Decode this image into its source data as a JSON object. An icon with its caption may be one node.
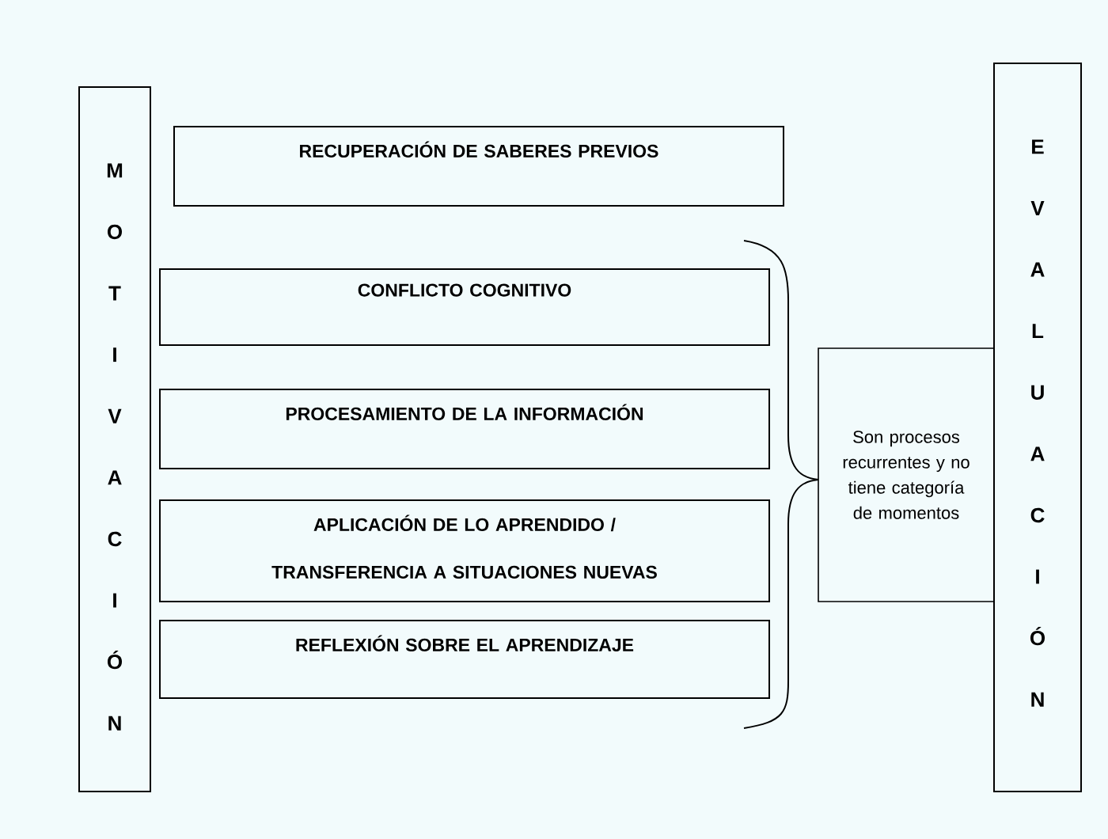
{
  "diagram": {
    "nodes": [
      {
        "text": [
          "M O T I V A C I Ó N"
        ]
      },
      {
        "text": [
          "RECUPERACIÓN DE SABERES PREVIOS"
        ]
      },
      {
        "text": [
          "CONFLICTO COGNITIVO"
        ]
      },
      {
        "text": [
          "PROCESAMIENTO DE LA INFORMACIÓN"
        ]
      },
      {
        "text": [
          "APLICACIÓN DE LO APRENDIDO / TRANSFERENCIA A SITUACIONES NUEVAS"
        ]
      },
      {
        "text": [
          "REFLEXIÓN SOBRE EL APRENDIZAJE"
        ]
      },
      {
        "text": [
          "Son procesos recurrentes y no tiene categoría de momentos"
        ]
      },
      {
        "text": [
          "E V A L U A C I Ó N"
        ]
      }
    ]
  }
}
